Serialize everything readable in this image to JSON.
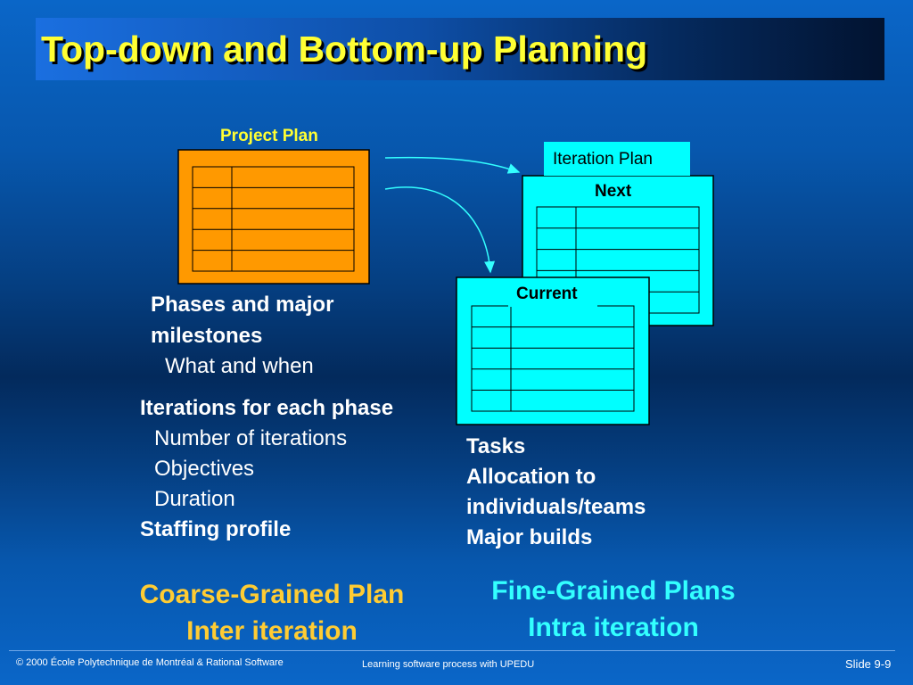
{
  "title": "Top-down and Bottom-up Planning",
  "project_plan": {
    "label": "Project Plan",
    "rows": 5,
    "fill": "#ff9900"
  },
  "iteration_plan": {
    "label": "Iteration Plan",
    "next_label": "Next",
    "current_label": "Current",
    "rows": 5,
    "fill": "#00ffff"
  },
  "left_text": {
    "phases_line1": "Phases and major",
    "phases_line2": "milestones",
    "what_when": "What and when",
    "iterations_heading": "Iterations for each phase",
    "items": [
      "Number of iterations",
      "Objectives",
      "Duration"
    ],
    "staffing": "Staffing profile"
  },
  "right_text": {
    "lines": [
      "Tasks",
      "Allocation to",
      "individuals/teams",
      "Major builds"
    ]
  },
  "coarse": {
    "line1": "Coarse-Grained Plan",
    "line2": "Inter iteration"
  },
  "fine": {
    "line1": "Fine-Grained Plans",
    "line2": "Intra iteration"
  },
  "footer": {
    "copyright": "© 2000 École Polytechnique de Montréal  & Rational Software",
    "center": "Learning software process with UPEDU",
    "slide": "Slide 9-9"
  },
  "colors": {
    "title": "#ffff33",
    "coarse": "#ffcc33",
    "fine": "#33ffff",
    "arrow": "#33ffff"
  }
}
